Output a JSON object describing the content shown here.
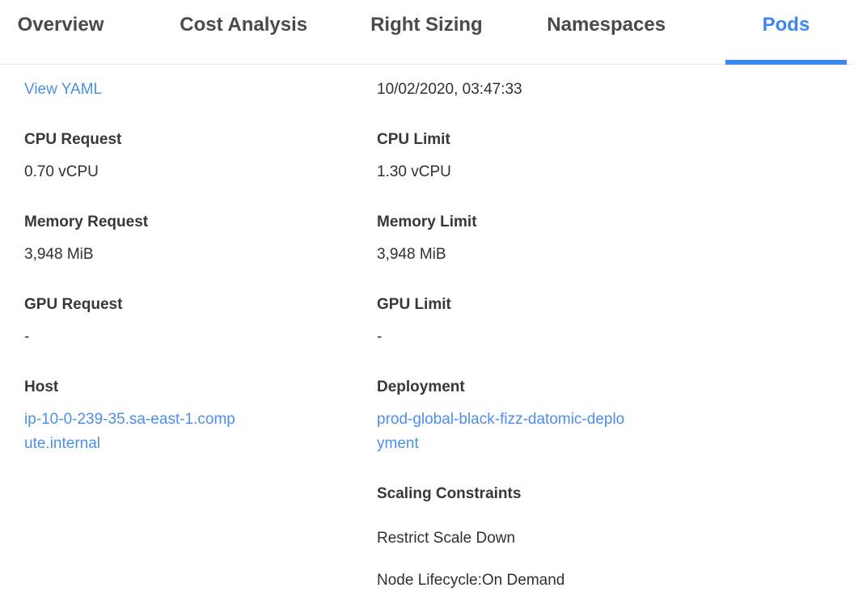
{
  "tabs": [
    {
      "label": "Overview",
      "active": false
    },
    {
      "label": "Cost Analysis",
      "active": false
    },
    {
      "label": "Right Sizing",
      "active": false
    },
    {
      "label": "Namespaces",
      "active": false
    },
    {
      "label": "Pods",
      "active": true
    }
  ],
  "detail": {
    "view_yaml_label": "View YAML",
    "timestamp": "10/02/2020, 03:47:33",
    "left_fields": [
      {
        "label": "CPU Request",
        "value": "0.70 vCPU"
      },
      {
        "label": "Memory Request",
        "value": "3,948 MiB"
      },
      {
        "label": "GPU Request",
        "value": "-"
      },
      {
        "label": "Host",
        "value": "ip-10-0-239-35.sa-east-1.compute.internal"
      }
    ],
    "right_fields": [
      {
        "label": "CPU Limit",
        "value": "1.30 vCPU"
      },
      {
        "label": "Memory Limit",
        "value": "3,948 MiB"
      },
      {
        "label": "GPU Limit",
        "value": "-"
      },
      {
        "label": "Deployment",
        "value": "prod-global-black-fizz-datomic-deployment"
      }
    ],
    "scaling": {
      "label": "Scaling Constraints",
      "items": [
        "Restrict Scale Down",
        "Node Lifecycle:On Demand"
      ]
    }
  },
  "colors": {
    "accent": "#3d87f0",
    "link": "#4a90e8",
    "tab-inactive": "#4a4a4a",
    "label": "#383838",
    "value": "#303030",
    "divider": "#e6e6e6"
  }
}
